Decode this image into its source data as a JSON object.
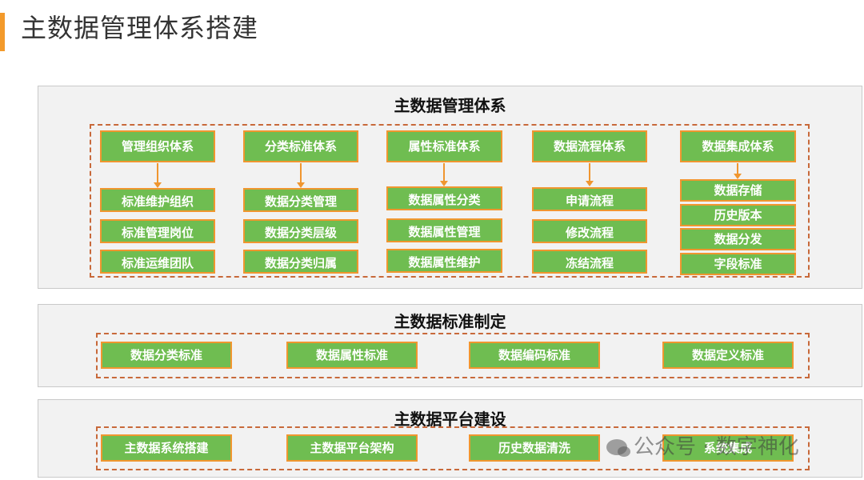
{
  "page": {
    "title": "主数据管理体系搭建",
    "accent_color": "#f39a2b"
  },
  "section1": {
    "title": "主数据管理体系",
    "columns": [
      {
        "header": "管理组织体系",
        "items": [
          "标准维护组织",
          "标准管理岗位",
          "标准运维团队"
        ]
      },
      {
        "header": "分类标准体系",
        "items": [
          "数据分类管理",
          "数据分类层级",
          "数据分类归属"
        ]
      },
      {
        "header": "属性标准体系",
        "items": [
          "数据属性分类",
          "数据属性管理",
          "数据属性维护"
        ]
      },
      {
        "header": "数据流程体系",
        "items": [
          "申请流程",
          "修改流程",
          "冻结流程"
        ]
      },
      {
        "header": "数据集成体系",
        "items": [
          "数据存储",
          "历史版本",
          "数据分发",
          "字段标准"
        ]
      }
    ]
  },
  "section2": {
    "title": "主数据标准制定",
    "items": [
      "数据分类标准",
      "数据属性标准",
      "数据编码标准",
      "数据定义标准"
    ]
  },
  "section3": {
    "title": "主数据平台建设",
    "items": [
      "主数据系统搭建",
      "主数据平台架构",
      "历史数据清洗",
      "系统集成"
    ]
  },
  "watermark": {
    "text": "公众号 · 数字神化",
    "icon": "wechat-icon"
  },
  "colors": {
    "box_fill": "#6fbd51",
    "box_border": "#f0962f",
    "dashed": "#c8693a",
    "panel": "#f2f2f2"
  }
}
